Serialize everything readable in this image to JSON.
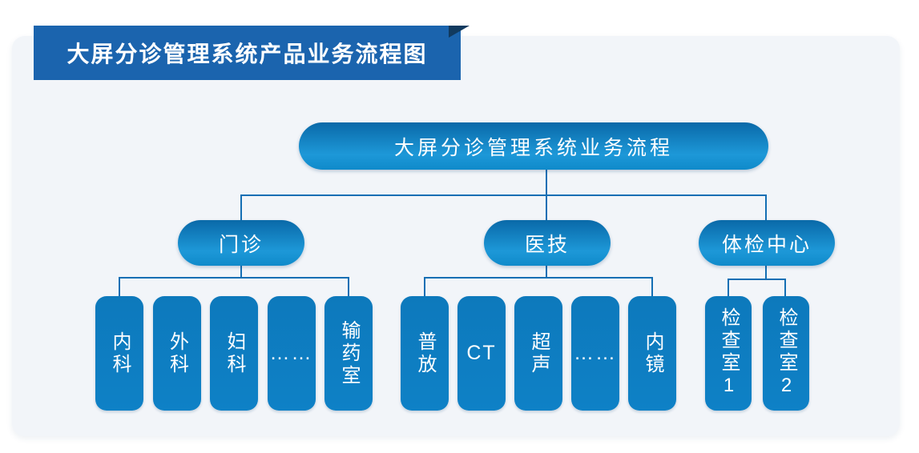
{
  "banner": {
    "title": "大屏分诊管理系统产品业务流程图"
  },
  "flowchart": {
    "root": {
      "label": "大屏分诊管理系统业务流程"
    },
    "branches": [
      {
        "label": "门诊",
        "children": [
          "内科",
          "外科",
          "妇科",
          "……",
          "输药室"
        ]
      },
      {
        "label": "医技",
        "children": [
          "普放",
          "CT",
          "超声",
          "……",
          "内镜"
        ]
      },
      {
        "label": "体检中心",
        "children": [
          "检查室1",
          "检查室2"
        ]
      }
    ]
  },
  "colors": {
    "banner_blue": "#1b64ae",
    "banner_fold_navy": "#113a5f",
    "node_gradient_top": "#0a69a8",
    "node_gradient_bottom": "#1d98d8",
    "leaf_blue": "#0e7ec4",
    "connector_blue": "#146fb4",
    "card_background": "#f2f5f9"
  }
}
